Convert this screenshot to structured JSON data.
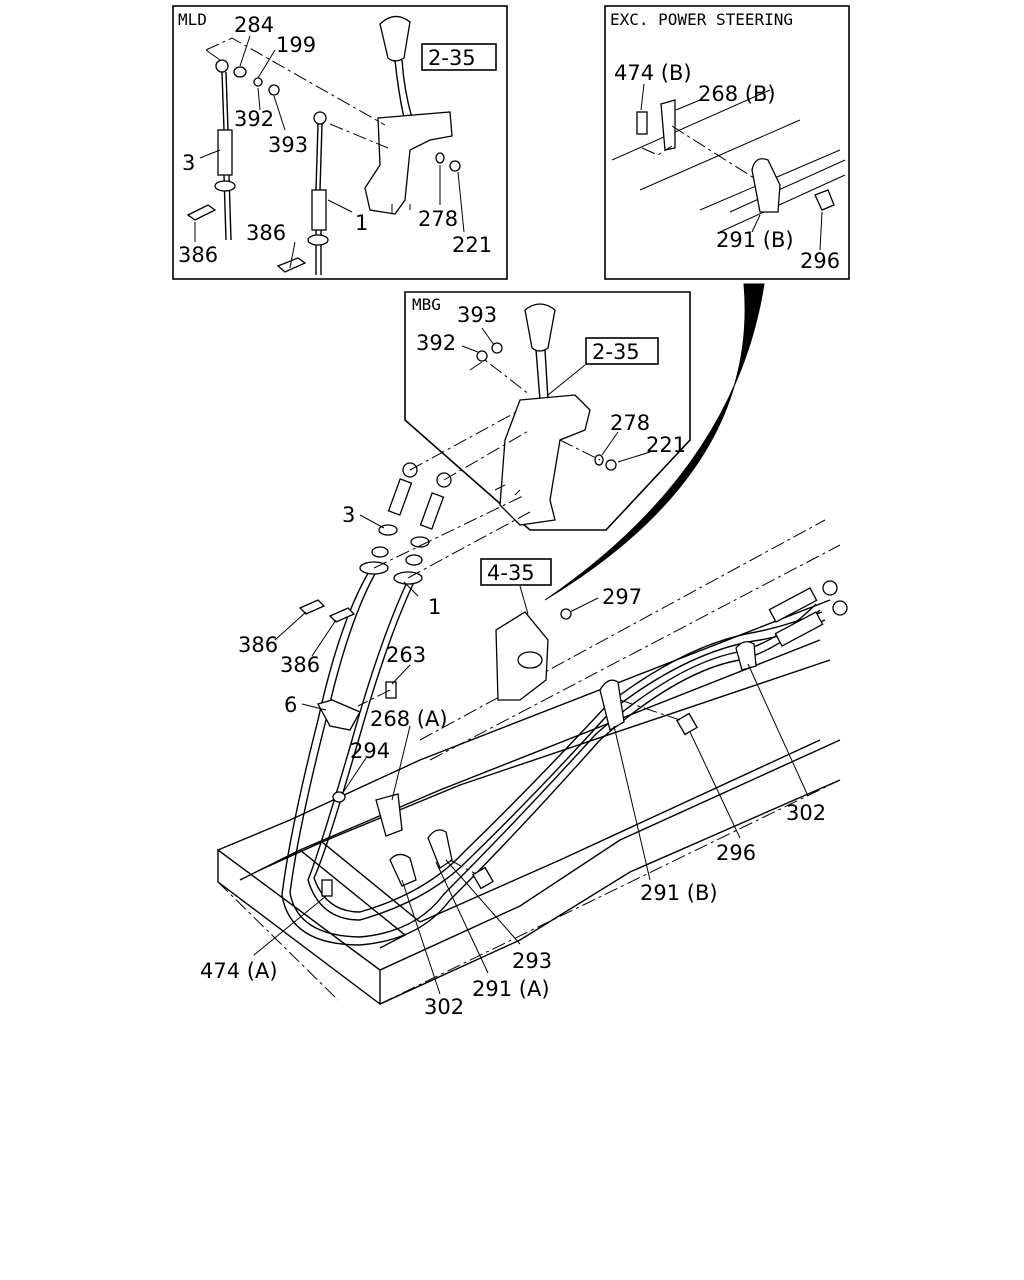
{
  "insets": {
    "mld": {
      "title": "MLD",
      "ref": "2-35"
    },
    "power_steering": {
      "title": "EXC. POWER STEERING"
    },
    "mbg": {
      "title": "MBG",
      "ref": "2-35"
    }
  },
  "main": {
    "ref": "4-35"
  },
  "labels": {
    "mld_284": "284",
    "mld_199": "199",
    "mld_392": "392",
    "mld_393": "393",
    "mld_3": "3",
    "mld_386a": "386",
    "mld_386b": "386",
    "mld_1": "1",
    "mld_278": "278",
    "mld_221": "221",
    "ps_474b": "474 (B)",
    "ps_268b": "268 (B)",
    "ps_291b": "291 (B)",
    "ps_296": "296",
    "mbg_393": "393",
    "mbg_392": "392",
    "mbg_278": "278",
    "mbg_221": "221",
    "m_3": "3",
    "m_1": "1",
    "m_386a": "386",
    "m_386b": "386",
    "m_263": "263",
    "m_6": "6",
    "m_268a": "268 (A)",
    "m_294": "294",
    "m_297": "297",
    "m_302r": "302",
    "m_296": "296",
    "m_291b": "291 (B)",
    "m_293": "293",
    "m_474a": "474 (A)",
    "m_291a": "291 (A)",
    "m_302b": "302"
  }
}
